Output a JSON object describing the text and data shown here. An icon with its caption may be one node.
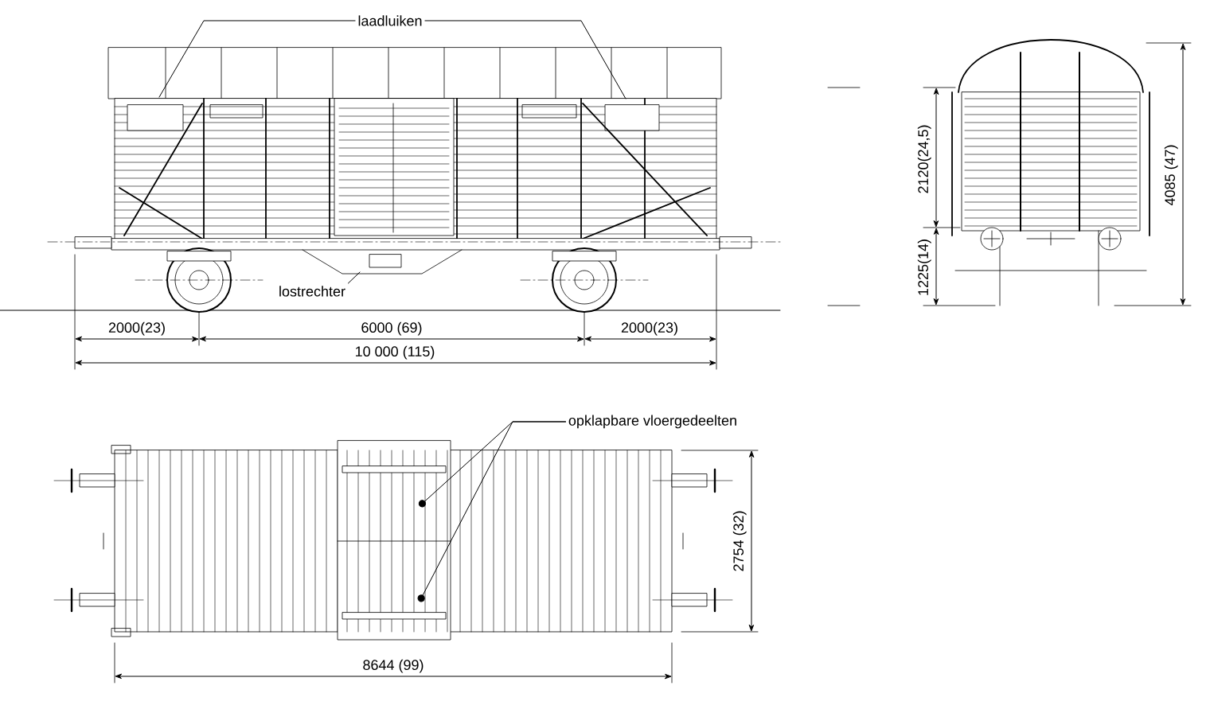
{
  "diagram": {
    "nodes": [
      {
        "text": [
          "laadluiken"
        ]
      },
      {
        "text": [
          "lostrechter"
        ]
      },
      {
        "text": [
          "opklapbare vloergedeelten"
        ]
      }
    ],
    "edges": [
      {
        "from": 0,
        "to": null,
        "arrow": "none"
      },
      {
        "from": 0,
        "to": null,
        "arrow": "none"
      },
      {
        "from": 1,
        "to": null,
        "arrow": "none"
      },
      {
        "from": 2,
        "to": null,
        "arrow": "to"
      },
      {
        "from": 2,
        "to": null,
        "arrow": "to"
      }
    ],
    "labels": [
      "2000(23)",
      "6000 (69)",
      "2000(23)",
      "10 000 (115)",
      "2120(24,5)",
      "4085 (47)",
      "1225(14)",
      "2754 (32)",
      "8644 (99)"
    ]
  }
}
